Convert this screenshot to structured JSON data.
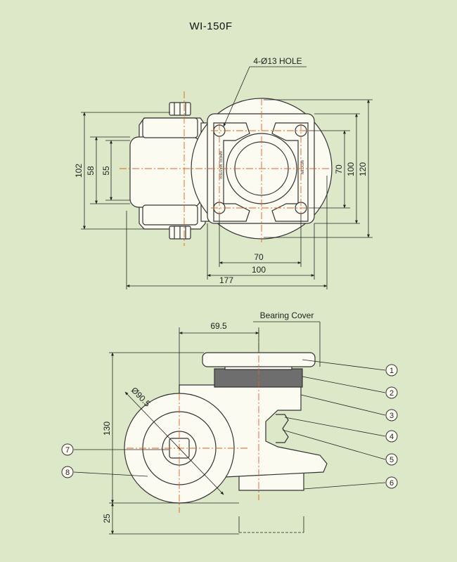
{
  "title": "WI-150F",
  "top_view": {
    "hole_note": "4-Ø13 HOLE",
    "plate_text_left": "WHEEL MASTER",
    "plate_text_right": "WOOJIN",
    "dims": {
      "left_102": "102",
      "left_58": "58",
      "left_55": "55",
      "right_70": "70",
      "right_100": "100",
      "right_120": "120",
      "bottom_70": "70",
      "bottom_100": "100",
      "bottom_177": "177"
    }
  },
  "side_view": {
    "bearing_cover": "Bearing Cover",
    "dims": {
      "d69_5": "69.5",
      "d130": "130",
      "d25": "25",
      "dia": "Ø90.5"
    },
    "callouts": [
      "1",
      "2",
      "3",
      "4",
      "5",
      "6",
      "7",
      "8"
    ]
  },
  "colors": {
    "background": "#dde8c8",
    "part": "#fbfbf2",
    "centerline": "#e06020",
    "seal": "#6e6e6e"
  }
}
